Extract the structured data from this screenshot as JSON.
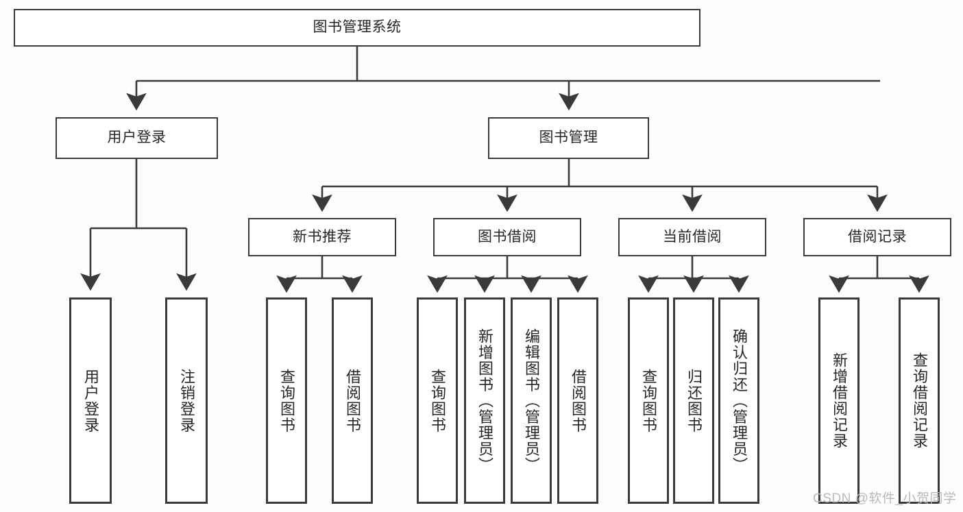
{
  "diagram": {
    "title": "图书管理系统",
    "type": "tree-hierarchy",
    "root": {
      "id": "root",
      "label": "图书管理系统"
    },
    "level1": [
      {
        "id": "user-login",
        "label": "用户登录"
      },
      {
        "id": "book-manage",
        "label": "图书管理"
      }
    ],
    "level2": [
      {
        "id": "new-book-rec",
        "label": "新书推荐",
        "parent": "book-manage"
      },
      {
        "id": "book-borrow",
        "label": "图书借阅",
        "parent": "book-manage"
      },
      {
        "id": "current-borrow",
        "label": "当前借阅",
        "parent": "book-manage"
      },
      {
        "id": "borrow-record",
        "label": "借阅记录",
        "parent": "book-manage"
      }
    ],
    "leaves": {
      "user_login": [
        {
          "id": "leaf-user-login",
          "label": "用户登录"
        },
        {
          "id": "leaf-logout",
          "label": "注销登录"
        }
      ],
      "new_book_rec": [
        {
          "id": "leaf-query-book-1",
          "label": "查询图书"
        },
        {
          "id": "leaf-borrow-book-1",
          "label": "借阅图书"
        }
      ],
      "book_borrow": [
        {
          "id": "leaf-query-book-2",
          "label": "查询图书"
        },
        {
          "id": "leaf-add-book",
          "label": "新增图书（管理员）"
        },
        {
          "id": "leaf-edit-book",
          "label": "编辑图书（管理员）"
        },
        {
          "id": "leaf-borrow-book-2",
          "label": "借阅图书"
        }
      ],
      "current_borrow": [
        {
          "id": "leaf-query-book-3",
          "label": "查询图书"
        },
        {
          "id": "leaf-return-book",
          "label": "归还图书"
        },
        {
          "id": "leaf-confirm-return",
          "label": "确认归还（管理员）"
        }
      ],
      "borrow_record": [
        {
          "id": "leaf-add-record",
          "label": "新增借阅记录"
        },
        {
          "id": "leaf-query-record",
          "label": "查询借阅记录"
        }
      ]
    }
  },
  "watermark": {
    "text": "CSDN @软件_小贺同学"
  },
  "colors": {
    "background": "#fdfdfd",
    "node_fill": "#ffffff",
    "node_border": "#3a3a3a",
    "edge": "#3a3a3a",
    "text": "#262626",
    "watermark": "#b9b9b9"
  }
}
